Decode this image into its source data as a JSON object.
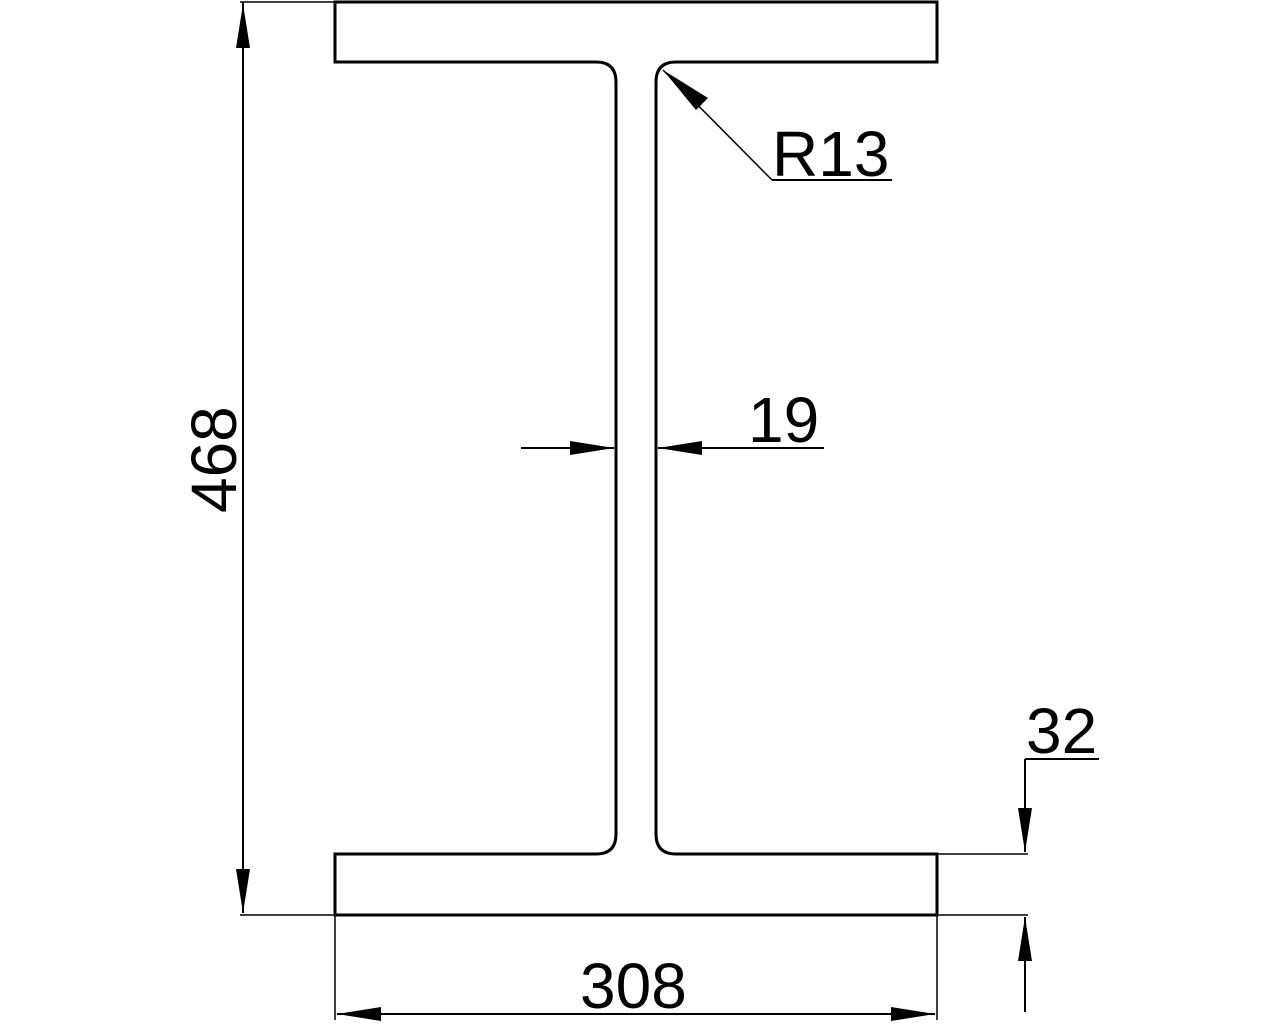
{
  "drawing": {
    "type": "I-beam cross section",
    "background": "#ffffff",
    "line_color": "#000000"
  },
  "dimensions": {
    "height": {
      "label": "468",
      "orientation": "vertical"
    },
    "width": {
      "label": "308",
      "orientation": "horizontal"
    },
    "web_thickness": {
      "label": "19",
      "orientation": "horizontal"
    },
    "flange_thickness": {
      "label": "32",
      "orientation": "vertical"
    },
    "fillet_radius": {
      "label": "R13",
      "orientation": "leader"
    }
  }
}
